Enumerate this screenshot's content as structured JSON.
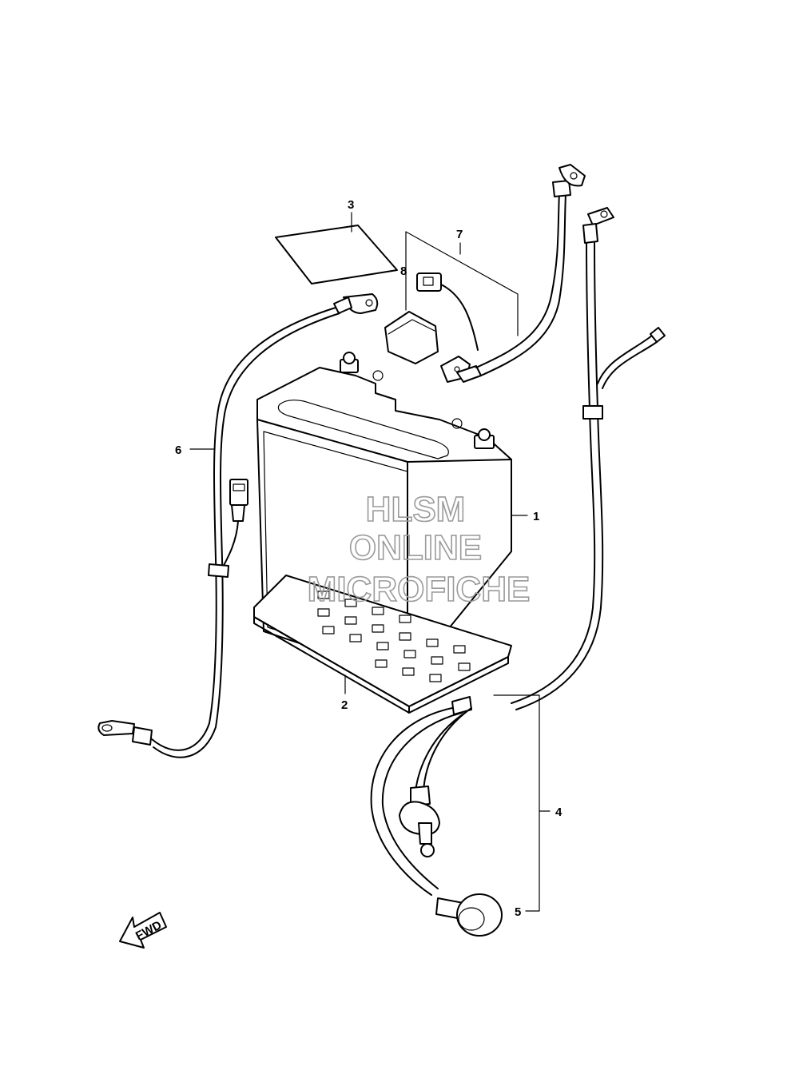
{
  "callouts": [
    {
      "id": "callout-1",
      "label": "1"
    },
    {
      "id": "callout-2",
      "label": "2"
    },
    {
      "id": "callout-3",
      "label": "3"
    },
    {
      "id": "callout-4",
      "label": "4"
    },
    {
      "id": "callout-5",
      "label": "5"
    },
    {
      "id": "callout-6",
      "label": "6"
    },
    {
      "id": "callout-7",
      "label": "7"
    },
    {
      "id": "callout-8",
      "label": "8"
    }
  ],
  "direction_arrow": {
    "label": "FWD"
  },
  "watermark": {
    "line1": "HLSM",
    "line2": "ONLINE",
    "line3": "MICROFICHE"
  }
}
